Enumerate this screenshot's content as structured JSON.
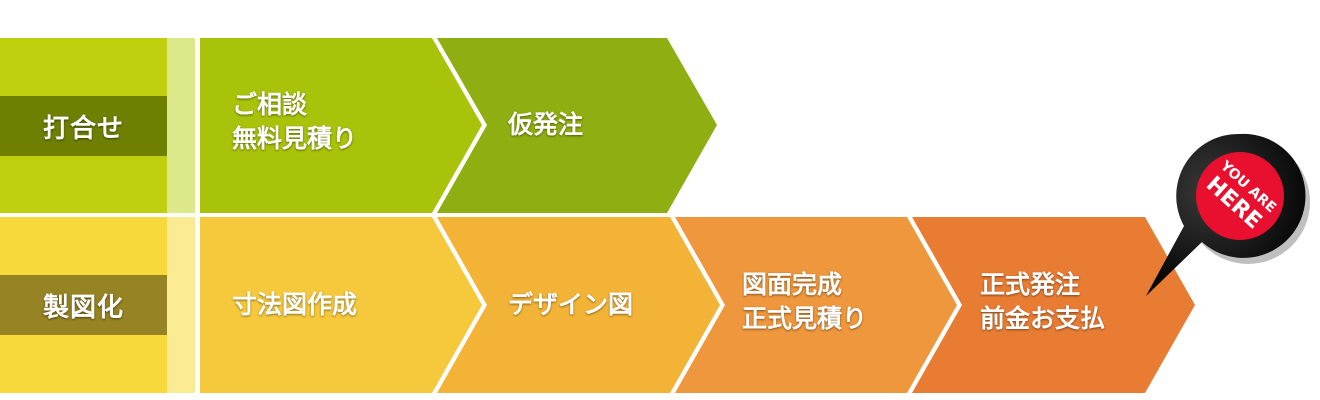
{
  "rows": {
    "meeting": {
      "label": "打合せ",
      "stages": [
        {
          "lines": [
            "ご相談",
            "無料見積り"
          ],
          "color": "#a9c20a"
        },
        {
          "lines": [
            "仮発注"
          ],
          "color": "#8fae12"
        }
      ]
    },
    "drafting": {
      "label": "製図化",
      "stages": [
        {
          "lines": [
            "寸法図作成"
          ],
          "color": "#f6c93c"
        },
        {
          "lines": [
            "デザイン図"
          ],
          "color": "#f3b337"
        },
        {
          "lines": [
            "図面完成",
            "正式見積り"
          ],
          "color": "#ef973c"
        },
        {
          "lines": [
            "正式発注",
            "前金お支払"
          ],
          "color": "#e87c33"
        }
      ]
    }
  },
  "marker": {
    "line1": "YOU ARE",
    "line2": "HERE",
    "color": "#e8102e"
  },
  "colors": {
    "meeting_band": "#bed00d",
    "meeting_label_bg": "#6f7f02",
    "meeting_strip": "#dde88a",
    "drafting_band": "#f7d93c",
    "drafting_label_bg": "#968323",
    "drafting_strip": "#fbeb92"
  }
}
